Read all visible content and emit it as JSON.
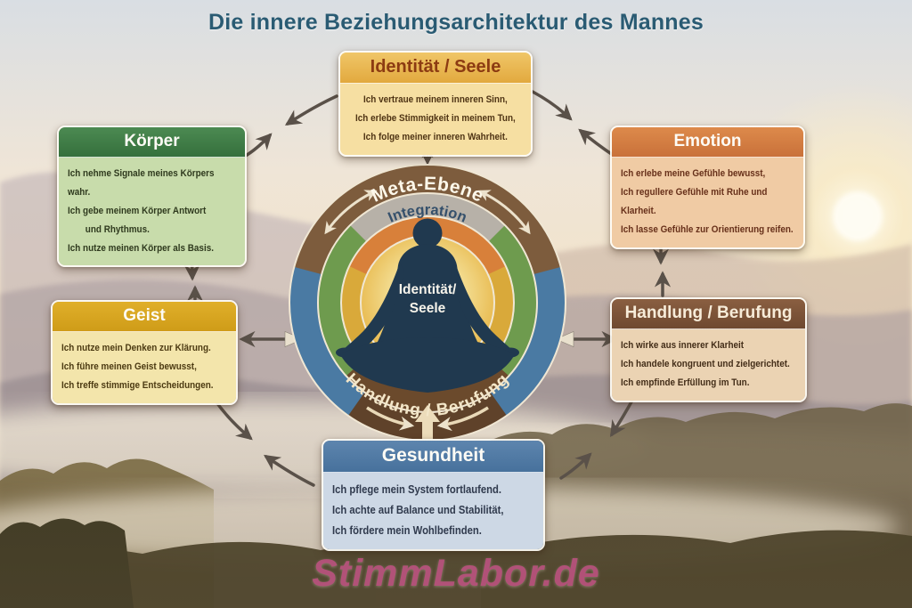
{
  "title": "Die innere Beziehungsarchitektur des Mannes",
  "watermark": "StimmLabor.de",
  "boxes": {
    "identitaet": {
      "label": "Identität / Seele",
      "lines": [
        "Ich vertraue meinem inneren Sinn,",
        "Ich erlebe Stimmigkeit in meinem Tun,",
        "Ich folge meiner inneren Wahrheit."
      ]
    },
    "koerper": {
      "label": "Körper",
      "lines": [
        "Ich nehme Signale meines Körpers wahr.",
        "Ich gebe meinem Körper Antwort",
        "und Rhythmus.",
        "Ich nutze meinen Körper als Basis."
      ]
    },
    "emotion": {
      "label": "Emotion",
      "lines": [
        "Ich erlebe meine Gefühle bewusst,",
        "Ich regullere Gefühle mit Ruhe und Klarheit.",
        "Ich lasse Gefühle zur Orientierung reifen."
      ]
    },
    "geist": {
      "label": "Geist",
      "lines": [
        "Ich nutze mein Denken zur Klärung.",
        "Ich führe meinen Geist bewusst,",
        "Ich treffe stimmige Entscheidungen."
      ]
    },
    "handlung": {
      "label": "Handlung / Berufung",
      "lines": [
        "Ich wirke aus innerer Klarheit",
        "Ich handele kongruent und zielgerichtet.",
        "Ich empfinde Erfüllung im Tun."
      ]
    },
    "gesundheit": {
      "label": "Gesundheit",
      "lines": [
        "Ich pflege mein System fortlaufend.",
        "Ich achte auf Balance und Stabilität,",
        "Ich fördere mein Wohlbefinden."
      ]
    }
  },
  "mandala": {
    "meta_label": "Meta-Ebene",
    "integration_label": "Integration",
    "center_label_line1": "Identität/",
    "center_label_line2": "Seele",
    "bottom_label": "Handlung / Berufung"
  },
  "colors": {
    "title_text": "#2a5b73",
    "watermark_text": "#c9548a",
    "identitaet_header": "#e7b04a",
    "koerper_header": "#3f7d46",
    "emotion_header": "#d0793c",
    "geist_header": "#d7a51f",
    "handlung_header": "#7b5136",
    "gesundheit_header": "#527aa5",
    "ring_blue": "#4a7aa3",
    "ring_green": "#6e9b4e",
    "ring_brown_top": "#7d5c3d",
    "ring_brown_bottom": "#5f422a",
    "ring_silver": "#b7b1a8",
    "ring_orange": "#d8803a",
    "ring_gold": "#d9a93a",
    "inner_glow": "#f3dd92",
    "figure_navy": "#20394f",
    "arrow_grey": "#5a5149",
    "arrow_cream": "#ece2cc"
  }
}
